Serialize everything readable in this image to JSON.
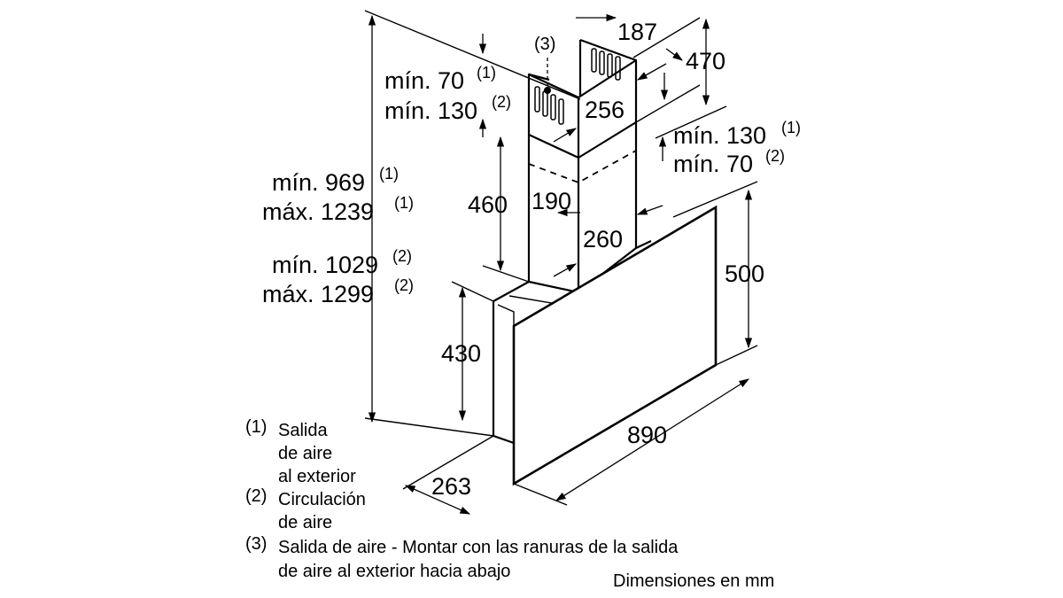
{
  "dimensions": {
    "chimney_width": "187",
    "chimney_top_height": "470",
    "chimney_depth_upper": "256",
    "chimney_inner_width": "190",
    "chimney_lower_height": "460",
    "chimney_depth_lower": "260",
    "panel_height": "500",
    "body_height": "430",
    "overall_width": "890",
    "overall_depth": "263"
  },
  "clearance_top": {
    "line1": "mín. 70",
    "line1_note": "(1)",
    "line2": "mín. 130",
    "line2_note": "(2)"
  },
  "clearance_right": {
    "line1": "mín. 130",
    "line1_note": "(1)",
    "line2": "mín. 70",
    "line2_note": "(2)"
  },
  "total_height": {
    "line1": "mín. 969",
    "line1_note": "(1)",
    "line2": "máx. 1239",
    "line2_note": "(1)",
    "line3": "mín. 1029",
    "line3_note": "(2)",
    "line4": "máx. 1299",
    "line4_note": "(2)"
  },
  "callout_3": "(3)",
  "legend": {
    "item1_num": "(1)",
    "item1_lines": [
      "Salida",
      "de aire",
      "al exterior"
    ],
    "item2_num": "(2)",
    "item2_lines": [
      "Circulación",
      "de aire"
    ],
    "item3_num": "(3)",
    "item3_lines": [
      "Salida de aire - Montar con las ranuras de la salida",
      "de aire al exterior hacia abajo"
    ]
  },
  "units_note": "Dimensiones en mm"
}
